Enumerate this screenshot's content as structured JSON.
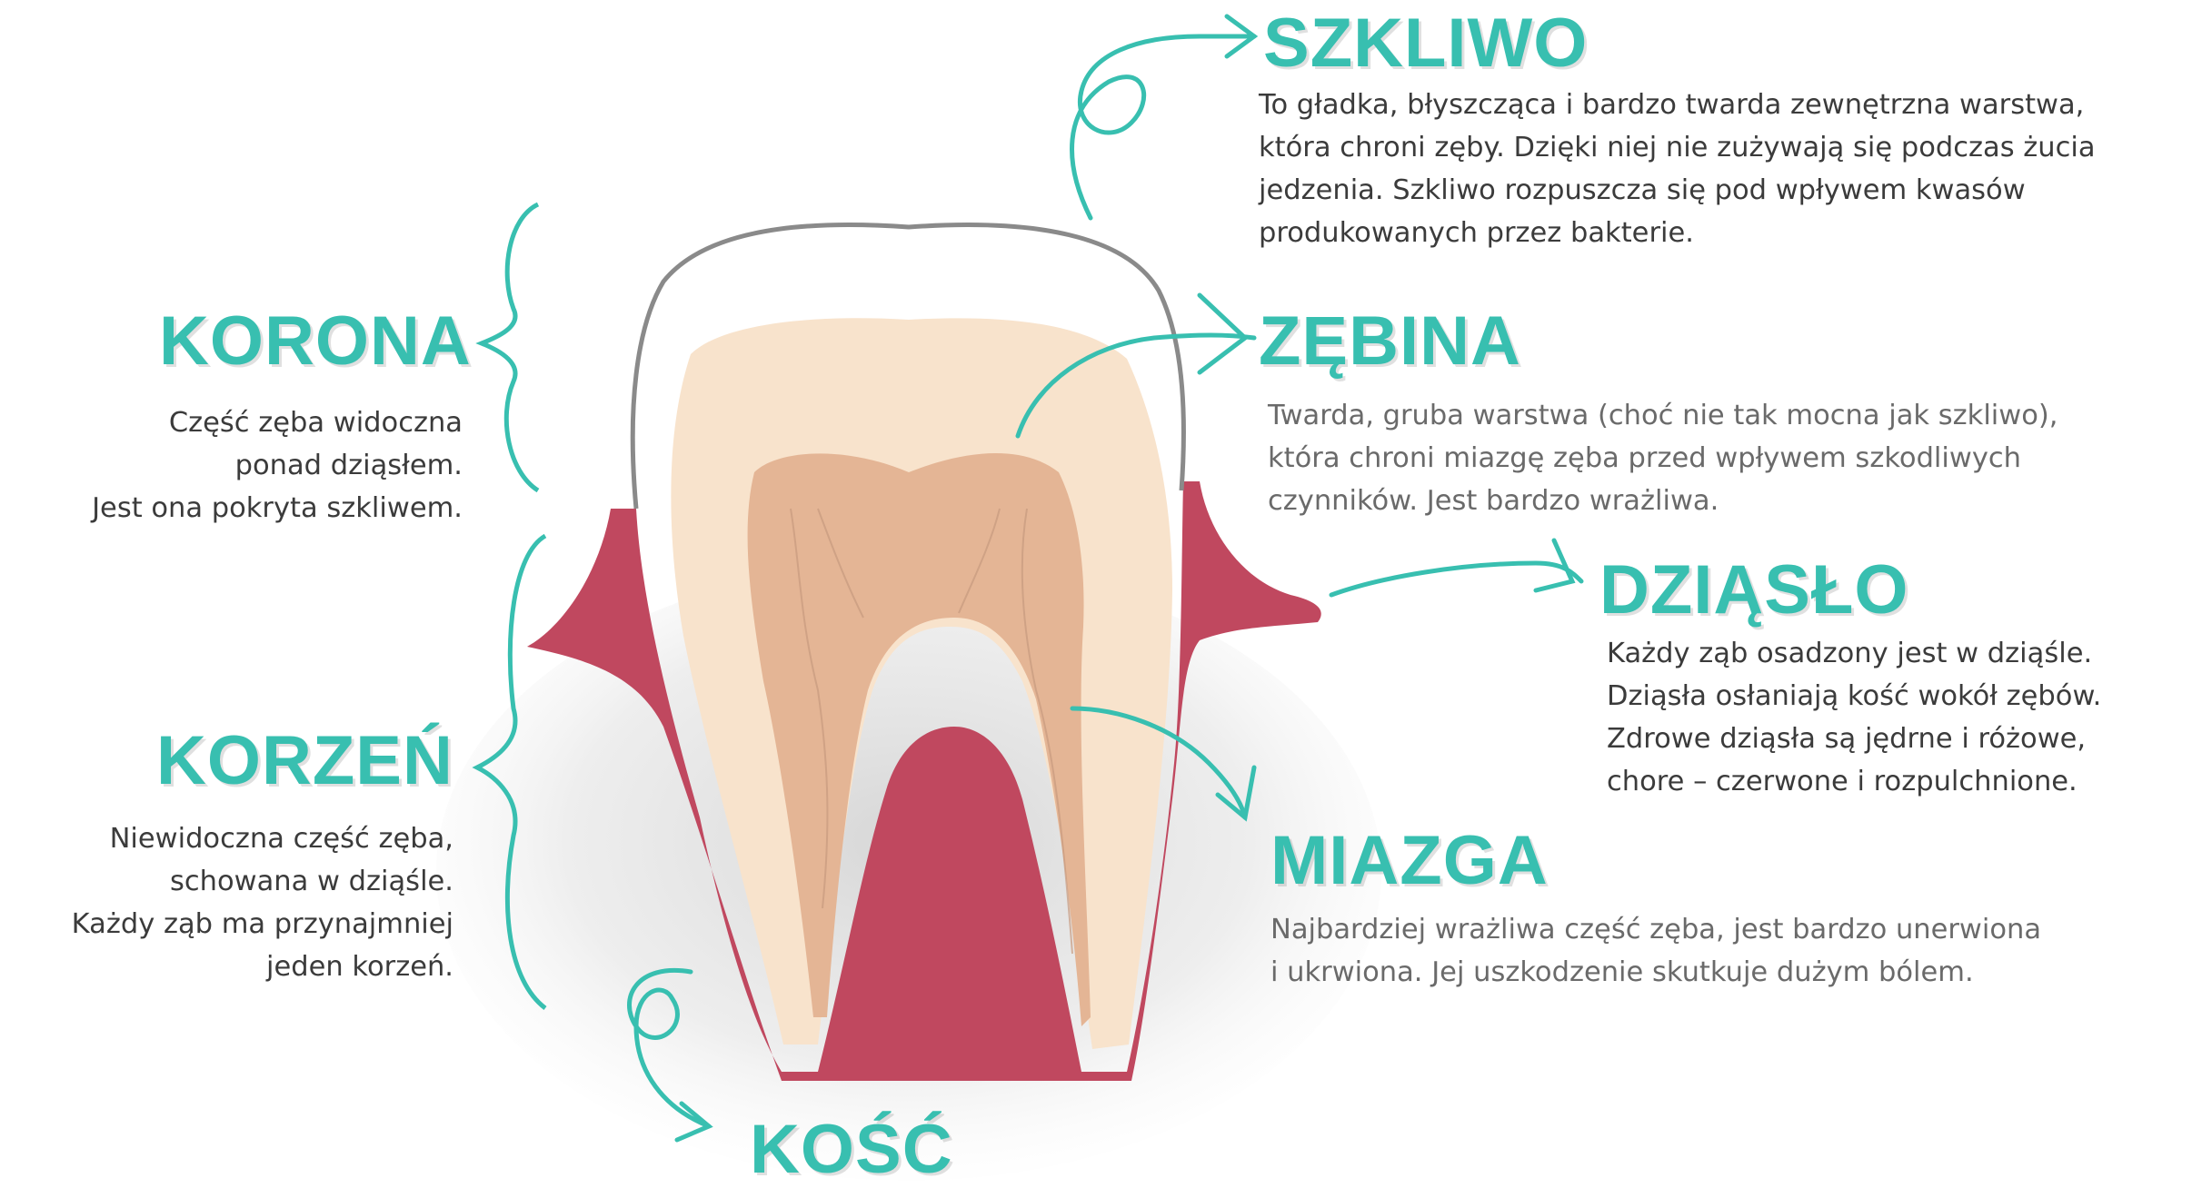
{
  "colors": {
    "accent": "#38bfb0",
    "gum": "#c0485f",
    "gum_light": "#d9707f",
    "dentin": "#f8e3cc",
    "pulp": "#e4b595",
    "enamel_outline": "#8a8a8a",
    "bone_shadow": "#d9d9d9"
  },
  "labels": {
    "korona": {
      "title": "KORONA",
      "lines": [
        "Część zęba widoczna",
        "ponad dziąsłem.",
        "Jest ona pokryta szkliwem."
      ]
    },
    "korzen": {
      "title": "KORZEŃ",
      "lines": [
        "Niewidoczna część zęba,",
        "schowana w dziąśle.",
        "Każdy ząb ma przynajmniej",
        "jeden korzeń."
      ]
    },
    "szkliwo": {
      "title": "SZKLIWO",
      "lines": [
        "To gładka, błyszcząca i bardzo twarda zewnętrzna warstwa,",
        "która chroni zęby. Dzięki niej nie zużywają się podczas żucia",
        "jedzenia. Szkliwo rozpuszcza się pod wpływem kwasów",
        "produkowanych przez bakterie."
      ]
    },
    "zebina": {
      "title": "ZĘBINA",
      "lines": [
        "Twarda, gruba warstwa (choć nie tak mocna jak szkliwo),",
        "która chroni miazgę zęba przed wpływem szkodliwych",
        "czynników. Jest bardzo wrażliwa."
      ]
    },
    "dziaslo": {
      "title": "DZIĄSŁO",
      "lines": [
        "Każdy ząb osadzony jest w dziąśle.",
        "Dziąsła osłaniają kość wokół zębów.",
        "Zdrowe dziąsła są jędrne i różowe,",
        "chore – czerwone i rozpulchnione."
      ]
    },
    "miazga": {
      "title": "MIAZGA",
      "lines": [
        "Najbardziej wrażliwa część zęba, jest bardzo unerwiona",
        "i ukrwiona. Jej uszkodzenie skutkuje dużym bólem."
      ]
    },
    "kosc": {
      "title": "KOŚĆ"
    }
  }
}
